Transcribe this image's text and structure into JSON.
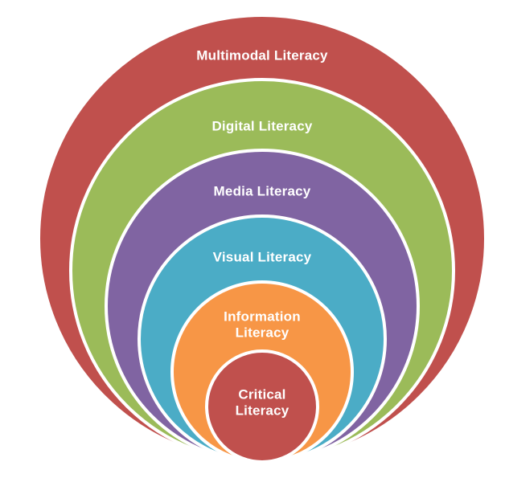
{
  "diagram": {
    "type": "nested-circles-onion",
    "background_color": "#FFFFFF",
    "outline_color": "#FFFFFF",
    "label_color": "#FFFFFF",
    "rings": [
      {
        "label": "Multimodal Literacy",
        "lines": [
          "Multimodal Literacy"
        ],
        "color": "#C0504D"
      },
      {
        "label": "Digital Literacy",
        "lines": [
          "Digital Literacy"
        ],
        "color": "#9BBB59"
      },
      {
        "label": "Media Literacy",
        "lines": [
          "Media Literacy"
        ],
        "color": "#8064A2"
      },
      {
        "label": "Visual Literacy",
        "lines": [
          "Visual Literacy"
        ],
        "color": "#4BACC6"
      },
      {
        "label": "Information Literacy",
        "lines": [
          "Information",
          "Literacy"
        ],
        "color": "#F79646"
      },
      {
        "label": "Critical Literacy",
        "lines": [
          "Critical",
          "Literacy"
        ],
        "color": "#C0504D"
      }
    ]
  }
}
